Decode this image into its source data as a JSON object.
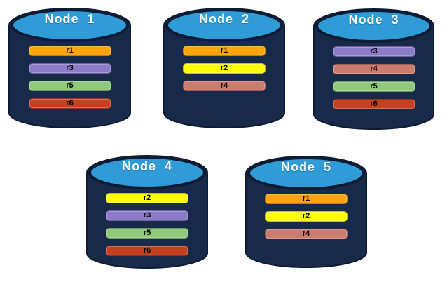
{
  "diagram": {
    "description": "Five database node cylinders showing replica placement",
    "colors": {
      "background": "#FFFFFF",
      "cylinder_body": "#172A4A",
      "cylinder_outline": "#0D1B33",
      "cylinder_top": "#2F9CD8",
      "title_text": "#FFFFFF",
      "bar_text": "#000000",
      "replica_colors": {
        "r1": "#FFA40A",
        "r2": "#FDFF00",
        "r3": "#8C7BC8",
        "r4": "#CC7B6F",
        "r5": "#90C87C",
        "r6": "#C5401F"
      }
    },
    "nodes": [
      {
        "label": "Node  1",
        "replicas": [
          "r1",
          "r3",
          "r5",
          "r6"
        ]
      },
      {
        "label": "Node  2",
        "replicas": [
          "r1",
          "r2",
          "r4"
        ]
      },
      {
        "label": "Node  3",
        "replicas": [
          "r3",
          "r4",
          "r5",
          "r6"
        ]
      },
      {
        "label": "Node  4",
        "replicas": [
          "r2",
          "r3",
          "r5",
          "r6"
        ]
      },
      {
        "label": "Node  5",
        "replicas": [
          "r1",
          "r2",
          "r4"
        ]
      }
    ]
  }
}
